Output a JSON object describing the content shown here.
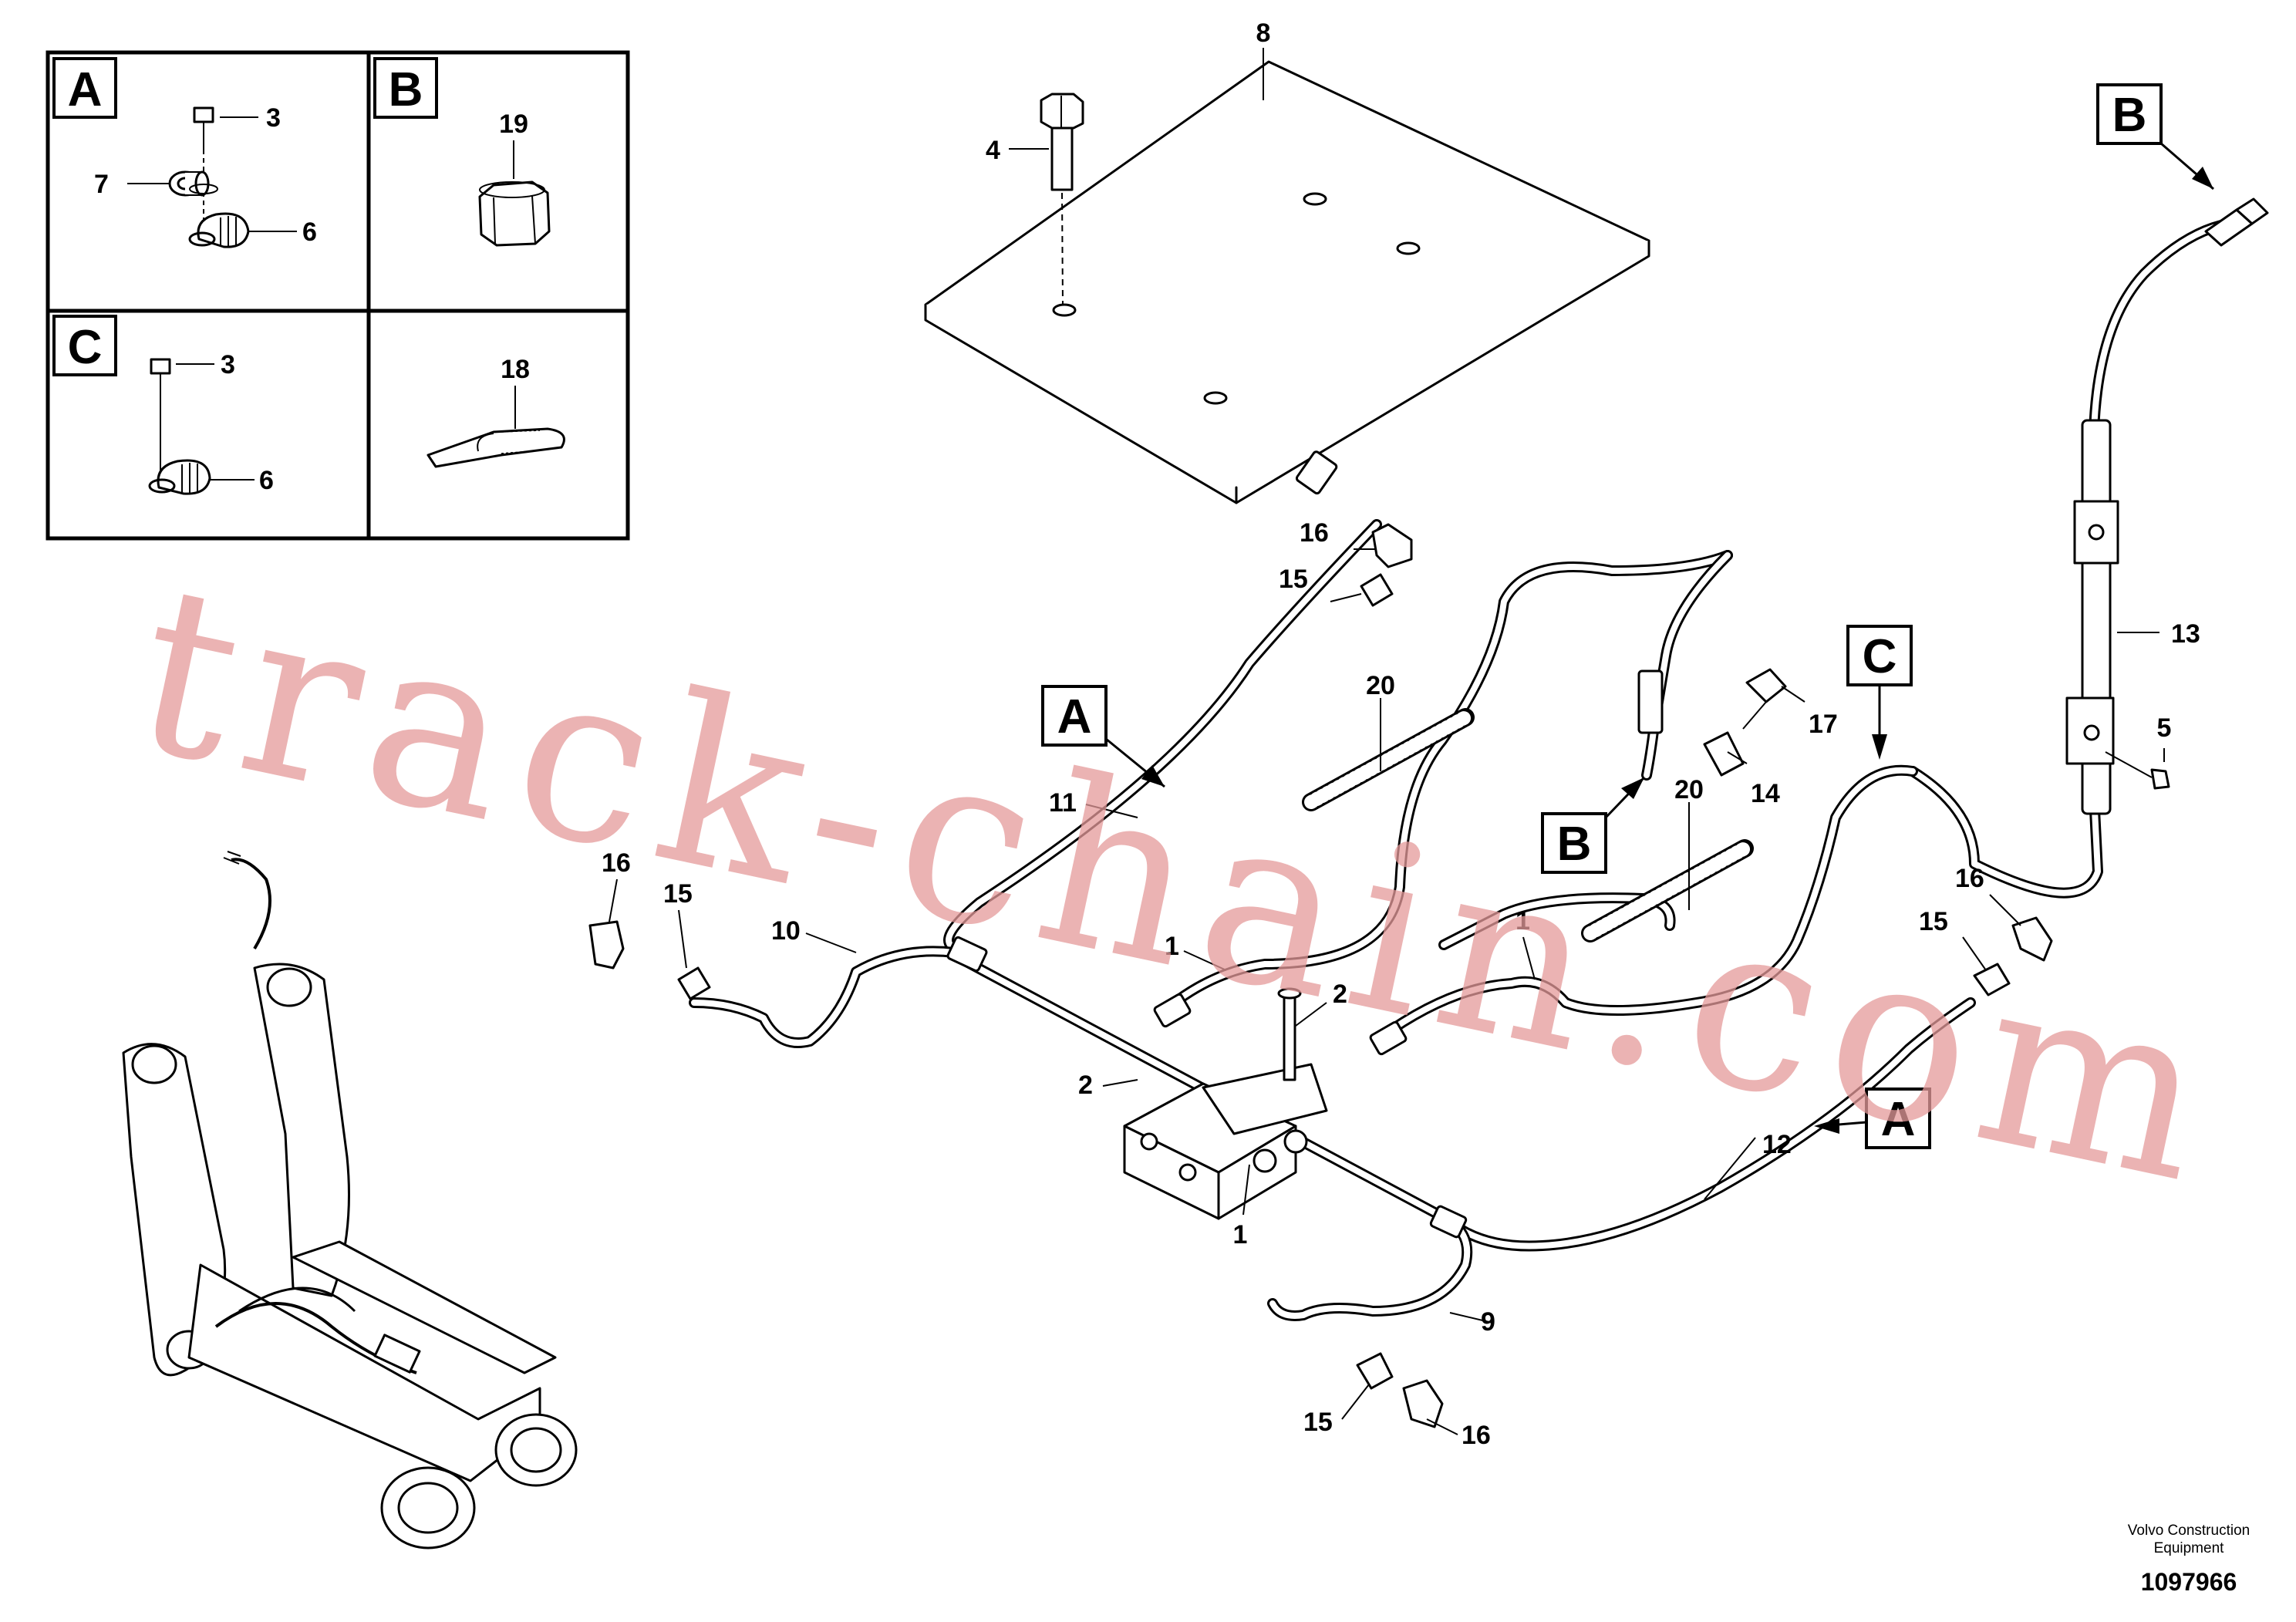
{
  "inset_panels": [
    {
      "letter": "A",
      "callouts": [
        "3",
        "7",
        "6"
      ]
    },
    {
      "letter": "B",
      "callouts": [
        "19"
      ]
    },
    {
      "letter": "C",
      "callouts": [
        "3",
        "6"
      ]
    },
    {
      "letter": "",
      "callouts": [
        "18"
      ]
    }
  ],
  "main_callouts": {
    "plate": "8",
    "bolt": "4",
    "hose_13": "13",
    "screw_5": "5",
    "hose_11": "11",
    "hose_10": "10",
    "hose_12": "12",
    "hose_9": "9",
    "pipe_1_a": "1",
    "pipe_1_b": "1",
    "pipe_1_c": "1",
    "screw_2_a": "2",
    "screw_2_b": "2",
    "sleeve_20_a": "20",
    "sleeve_20_b": "20",
    "nipple_17": "17",
    "elbow_14": "14",
    "elbow_16_top": "16",
    "adapter_15_top": "15",
    "elbow_16_left": "16",
    "adapter_15_left": "15",
    "elbow_16_right": "16",
    "adapter_15_right": "15",
    "adapter_15_bottom": "15",
    "elbow_16_bottom": "16"
  },
  "reference_flags": {
    "flag_b_top": "B",
    "flag_a_left": "A",
    "flag_c": "C",
    "flag_b_mid": "B",
    "flag_a_right": "A"
  },
  "watermark": "track-chain.com",
  "footer": {
    "brand_line1": "Volvo Construction",
    "brand_line2": "Equipment",
    "drawing_number": "1097966"
  }
}
